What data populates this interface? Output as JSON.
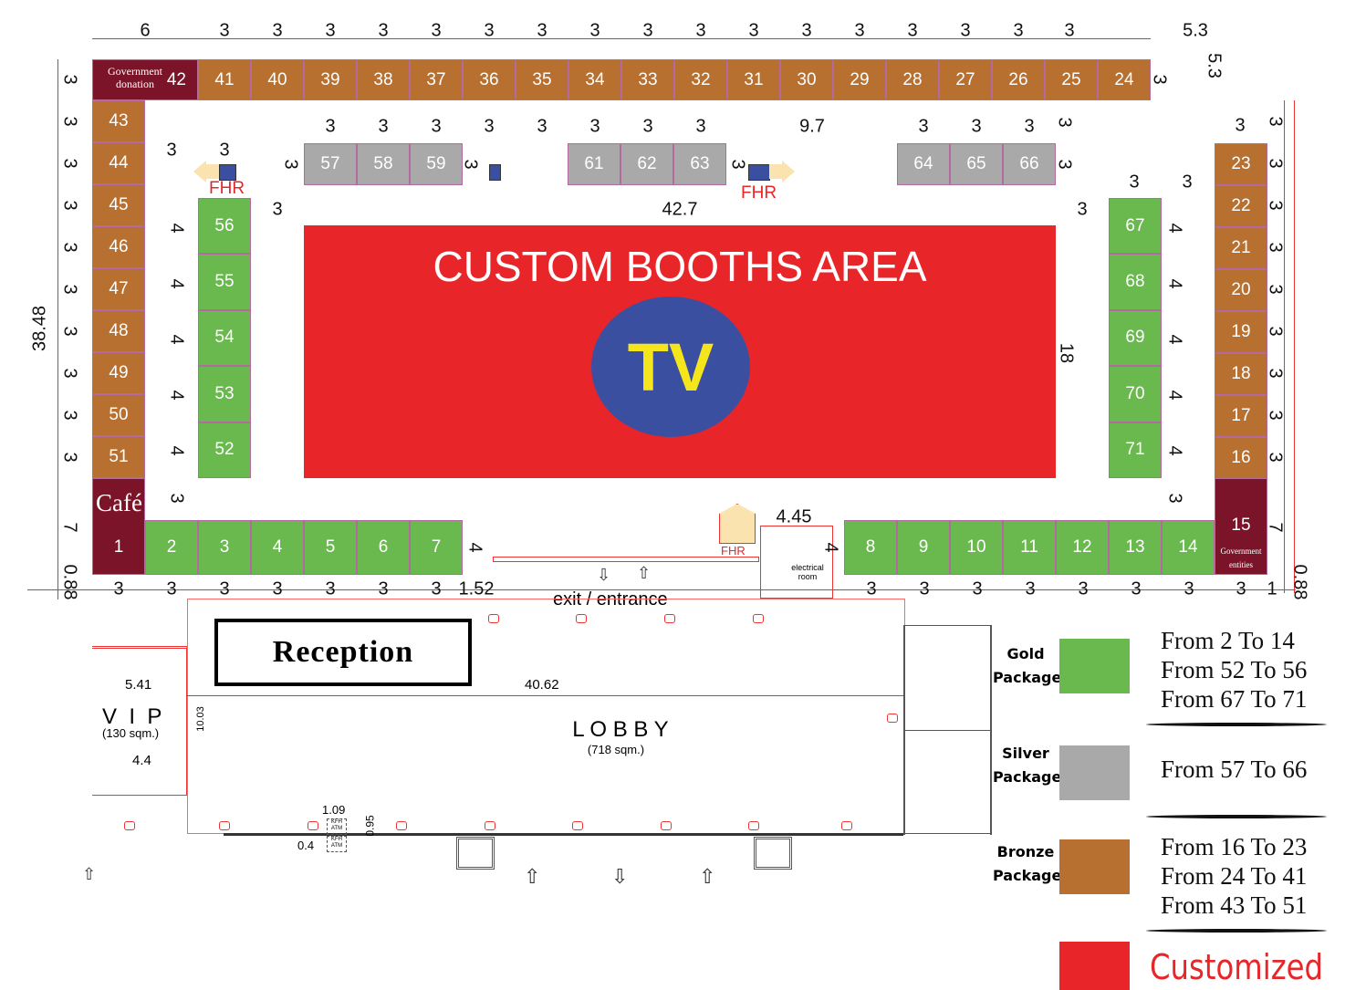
{
  "booths": {
    "top": [
      "42",
      "41",
      "40",
      "39",
      "38",
      "37",
      "36",
      "35",
      "34",
      "33",
      "32",
      "31",
      "30",
      "29",
      "28",
      "27",
      "26",
      "25",
      "24"
    ],
    "left": [
      "43",
      "44",
      "45",
      "46",
      "47",
      "48",
      "49",
      "50",
      "51"
    ],
    "bottom_left": [
      "2",
      "3",
      "4",
      "5",
      "6",
      "7"
    ],
    "inner_left": [
      "56",
      "55",
      "54",
      "53",
      "52"
    ],
    "silver_a": [
      "57",
      "58",
      "59"
    ],
    "silver_b": [
      "61",
      "62",
      "63"
    ],
    "silver_c": [
      "64",
      "65",
      "66"
    ],
    "inner_right": [
      "67",
      "68",
      "69",
      "70",
      "71"
    ],
    "right": [
      "23",
      "22",
      "21",
      "20",
      "19",
      "18",
      "17",
      "16"
    ],
    "bottom_right": [
      "8",
      "9",
      "10",
      "11",
      "12",
      "13",
      "14"
    ],
    "booth_1": "1",
    "booth_15": "15"
  },
  "labels": {
    "government_donation": "Government donation",
    "government_entities": "Government entities",
    "cafe": "Café",
    "custom_area": "CUSTOM BOOTHS AREA",
    "tv": "TV",
    "fhr": "FHR",
    "exit_entrance": "exit / entrance",
    "electrical_room": "electrical room",
    "reception": "Reception",
    "lobby": "L O B B Y",
    "lobby_area": "(718 sqm.)",
    "vip": "V  I  P",
    "vip_area": "(130 sqm.)",
    "atm": "KFH ATM"
  },
  "dimensions": {
    "top": [
      "6",
      "3",
      "3",
      "3",
      "3",
      "3",
      "3",
      "3",
      "3",
      "3",
      "3",
      "3",
      "3",
      "3",
      "3",
      "3",
      "3",
      "3",
      "5.3"
    ],
    "left": [
      "3",
      "3",
      "3",
      "3",
      "3",
      "3",
      "3",
      "3",
      "3",
      "3",
      "7",
      "0.88"
    ],
    "total_height": "38.48",
    "bottom_left": [
      "3",
      "3",
      "3",
      "3",
      "3",
      "3",
      "3",
      "1.52"
    ],
    "bottom_right": [
      "3",
      "3",
      "3",
      "3",
      "3",
      "3",
      "3",
      "3",
      "1"
    ],
    "right_extra": [
      "5.3",
      "0.88",
      "7"
    ],
    "inner_top_a": [
      "3",
      "3",
      "3",
      "3",
      "3",
      "3",
      "3",
      "3"
    ],
    "inner_width": "9.7",
    "inner_top_b": [
      "3",
      "3",
      "3"
    ],
    "custom_width": "42.7",
    "custom_height": "18",
    "inner_four": "4",
    "electrical": "4.45",
    "lobby_width": "40.62",
    "vip_width": "5.41",
    "vip_inner": "4.4",
    "vip_height": "10.03",
    "atm_w": "1.09",
    "atm_h": "0.95",
    "atm_d": "0.4",
    "misc_three": "3"
  },
  "legend": [
    {
      "label": "Gold Package",
      "color": "#6ab94e",
      "ranges": [
        "From 2 To 14",
        "From 52 To 56",
        "From 67 To 71"
      ]
    },
    {
      "label": "Silver Package",
      "color": "#a9a9a9",
      "ranges": [
        "From 57 To 66"
      ]
    },
    {
      "label": "Bronze Package",
      "color": "#b87030",
      "ranges": [
        "From 16 To 23",
        "From 24 To 41",
        "From 43 To 51"
      ]
    },
    {
      "label": "Customized",
      "color": "#e8262a"
    }
  ],
  "colors": {
    "gold": "#6ab94e",
    "silver": "#a9a9a9",
    "bronze": "#b87030",
    "government": "#7b1428",
    "custom": "#e8262a",
    "tv": "#3b4fa0",
    "tv_text": "#f5e51c"
  }
}
